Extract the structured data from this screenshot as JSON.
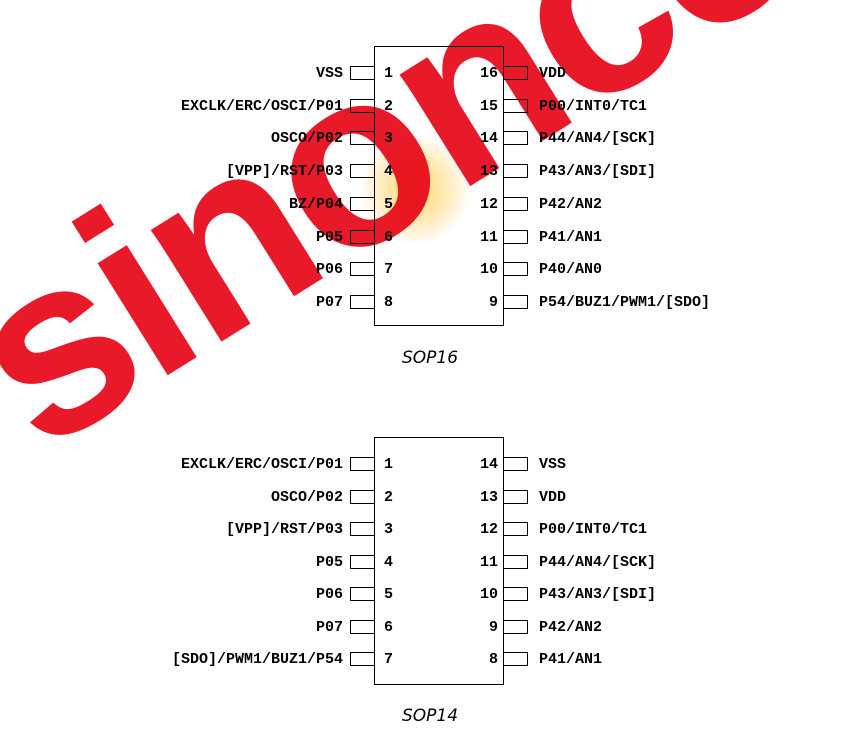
{
  "watermark": {
    "text": "sinonce",
    "color": "#e60012"
  },
  "packages": [
    {
      "caption": "SOP16",
      "pins": [
        {
          "left_label": "VSS",
          "left_num": "1",
          "right_num": "16",
          "right_label": "VDD"
        },
        {
          "left_label": "EXCLK/ERC/OSCI/P01",
          "left_num": "2",
          "right_num": "15",
          "right_label": "P00/INT0/TC1"
        },
        {
          "left_label": "OSCO/P02",
          "left_num": "3",
          "right_num": "14",
          "right_label": "P44/AN4/[SCK]"
        },
        {
          "left_label": "[VPP]/RST/P03",
          "left_num": "4",
          "right_num": "13",
          "right_label": "P43/AN3/[SDI]"
        },
        {
          "left_label": "BZ/P04",
          "left_num": "5",
          "right_num": "12",
          "right_label": "P42/AN2"
        },
        {
          "left_label": "P05",
          "left_num": "6",
          "right_num": "11",
          "right_label": "P41/AN1"
        },
        {
          "left_label": "P06",
          "left_num": "7",
          "right_num": "10",
          "right_label": "P40/AN0"
        },
        {
          "left_label": "P07",
          "left_num": "8",
          "right_num": "9",
          "right_label": "P54/BUZ1/PWM1/[SDO]"
        }
      ]
    },
    {
      "caption": "SOP14",
      "pins": [
        {
          "left_label": "EXCLK/ERC/OSCI/P01",
          "left_num": "1",
          "right_num": "14",
          "right_label": "VSS"
        },
        {
          "left_label": "OSCO/P02",
          "left_num": "2",
          "right_num": "13",
          "right_label": "VDD"
        },
        {
          "left_label": "[VPP]/RST/P03",
          "left_num": "3",
          "right_num": "12",
          "right_label": "P00/INT0/TC1"
        },
        {
          "left_label": "P05",
          "left_num": "4",
          "right_num": "11",
          "right_label": "P44/AN4/[SCK]"
        },
        {
          "left_label": "P06",
          "left_num": "5",
          "right_num": "10",
          "right_label": "P43/AN3/[SDI]"
        },
        {
          "left_label": "P07",
          "left_num": "6",
          "right_num": "9",
          "right_label": "P42/AN2"
        },
        {
          "left_label": "[SDO]/PWM1/BUZ1/P54",
          "left_num": "7",
          "right_num": "8",
          "right_label": "P41/AN1"
        }
      ]
    }
  ]
}
